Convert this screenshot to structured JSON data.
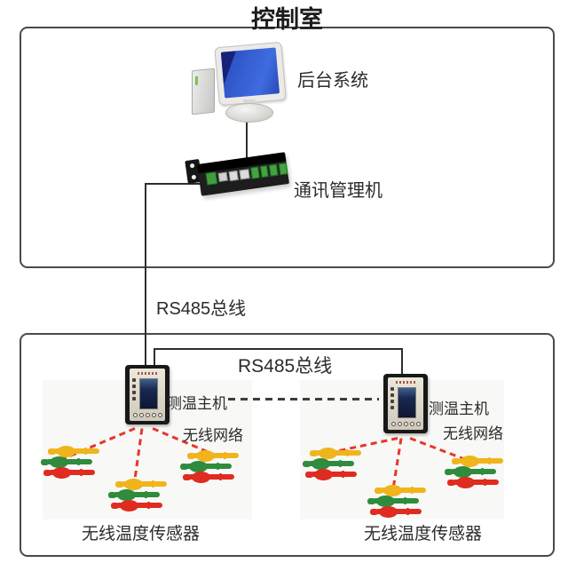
{
  "title": "控制室",
  "control_room": {
    "computer_label": "后台系统",
    "gateway_label": "通讯管理机"
  },
  "bus": {
    "riser_label": "RS485总线",
    "field_label": "RS485总线"
  },
  "field": {
    "left_host": {
      "label": "测温主机",
      "network_label": "无线网络",
      "sensor_label": "无线温度传感器"
    },
    "right_host": {
      "label": "测温主机",
      "network_label": "无线网络",
      "sensor_label": "无线温度传感器"
    }
  },
  "icons": {
    "computer": "desktop-computer-icon",
    "gateway": "rack-gateway-icon",
    "host": "temperature-host-icon",
    "sensor_cluster": "sensor-cluster-icon"
  },
  "colors": {
    "frame_border": "#4a4a4a",
    "line": "#2e2e2e",
    "wireless_link_red": "#e8362a",
    "sensor_yellow": "#f0b41c",
    "sensor_green": "#2e8c3c",
    "sensor_red": "#e02b20",
    "screen_blue": "#2e55c8"
  }
}
